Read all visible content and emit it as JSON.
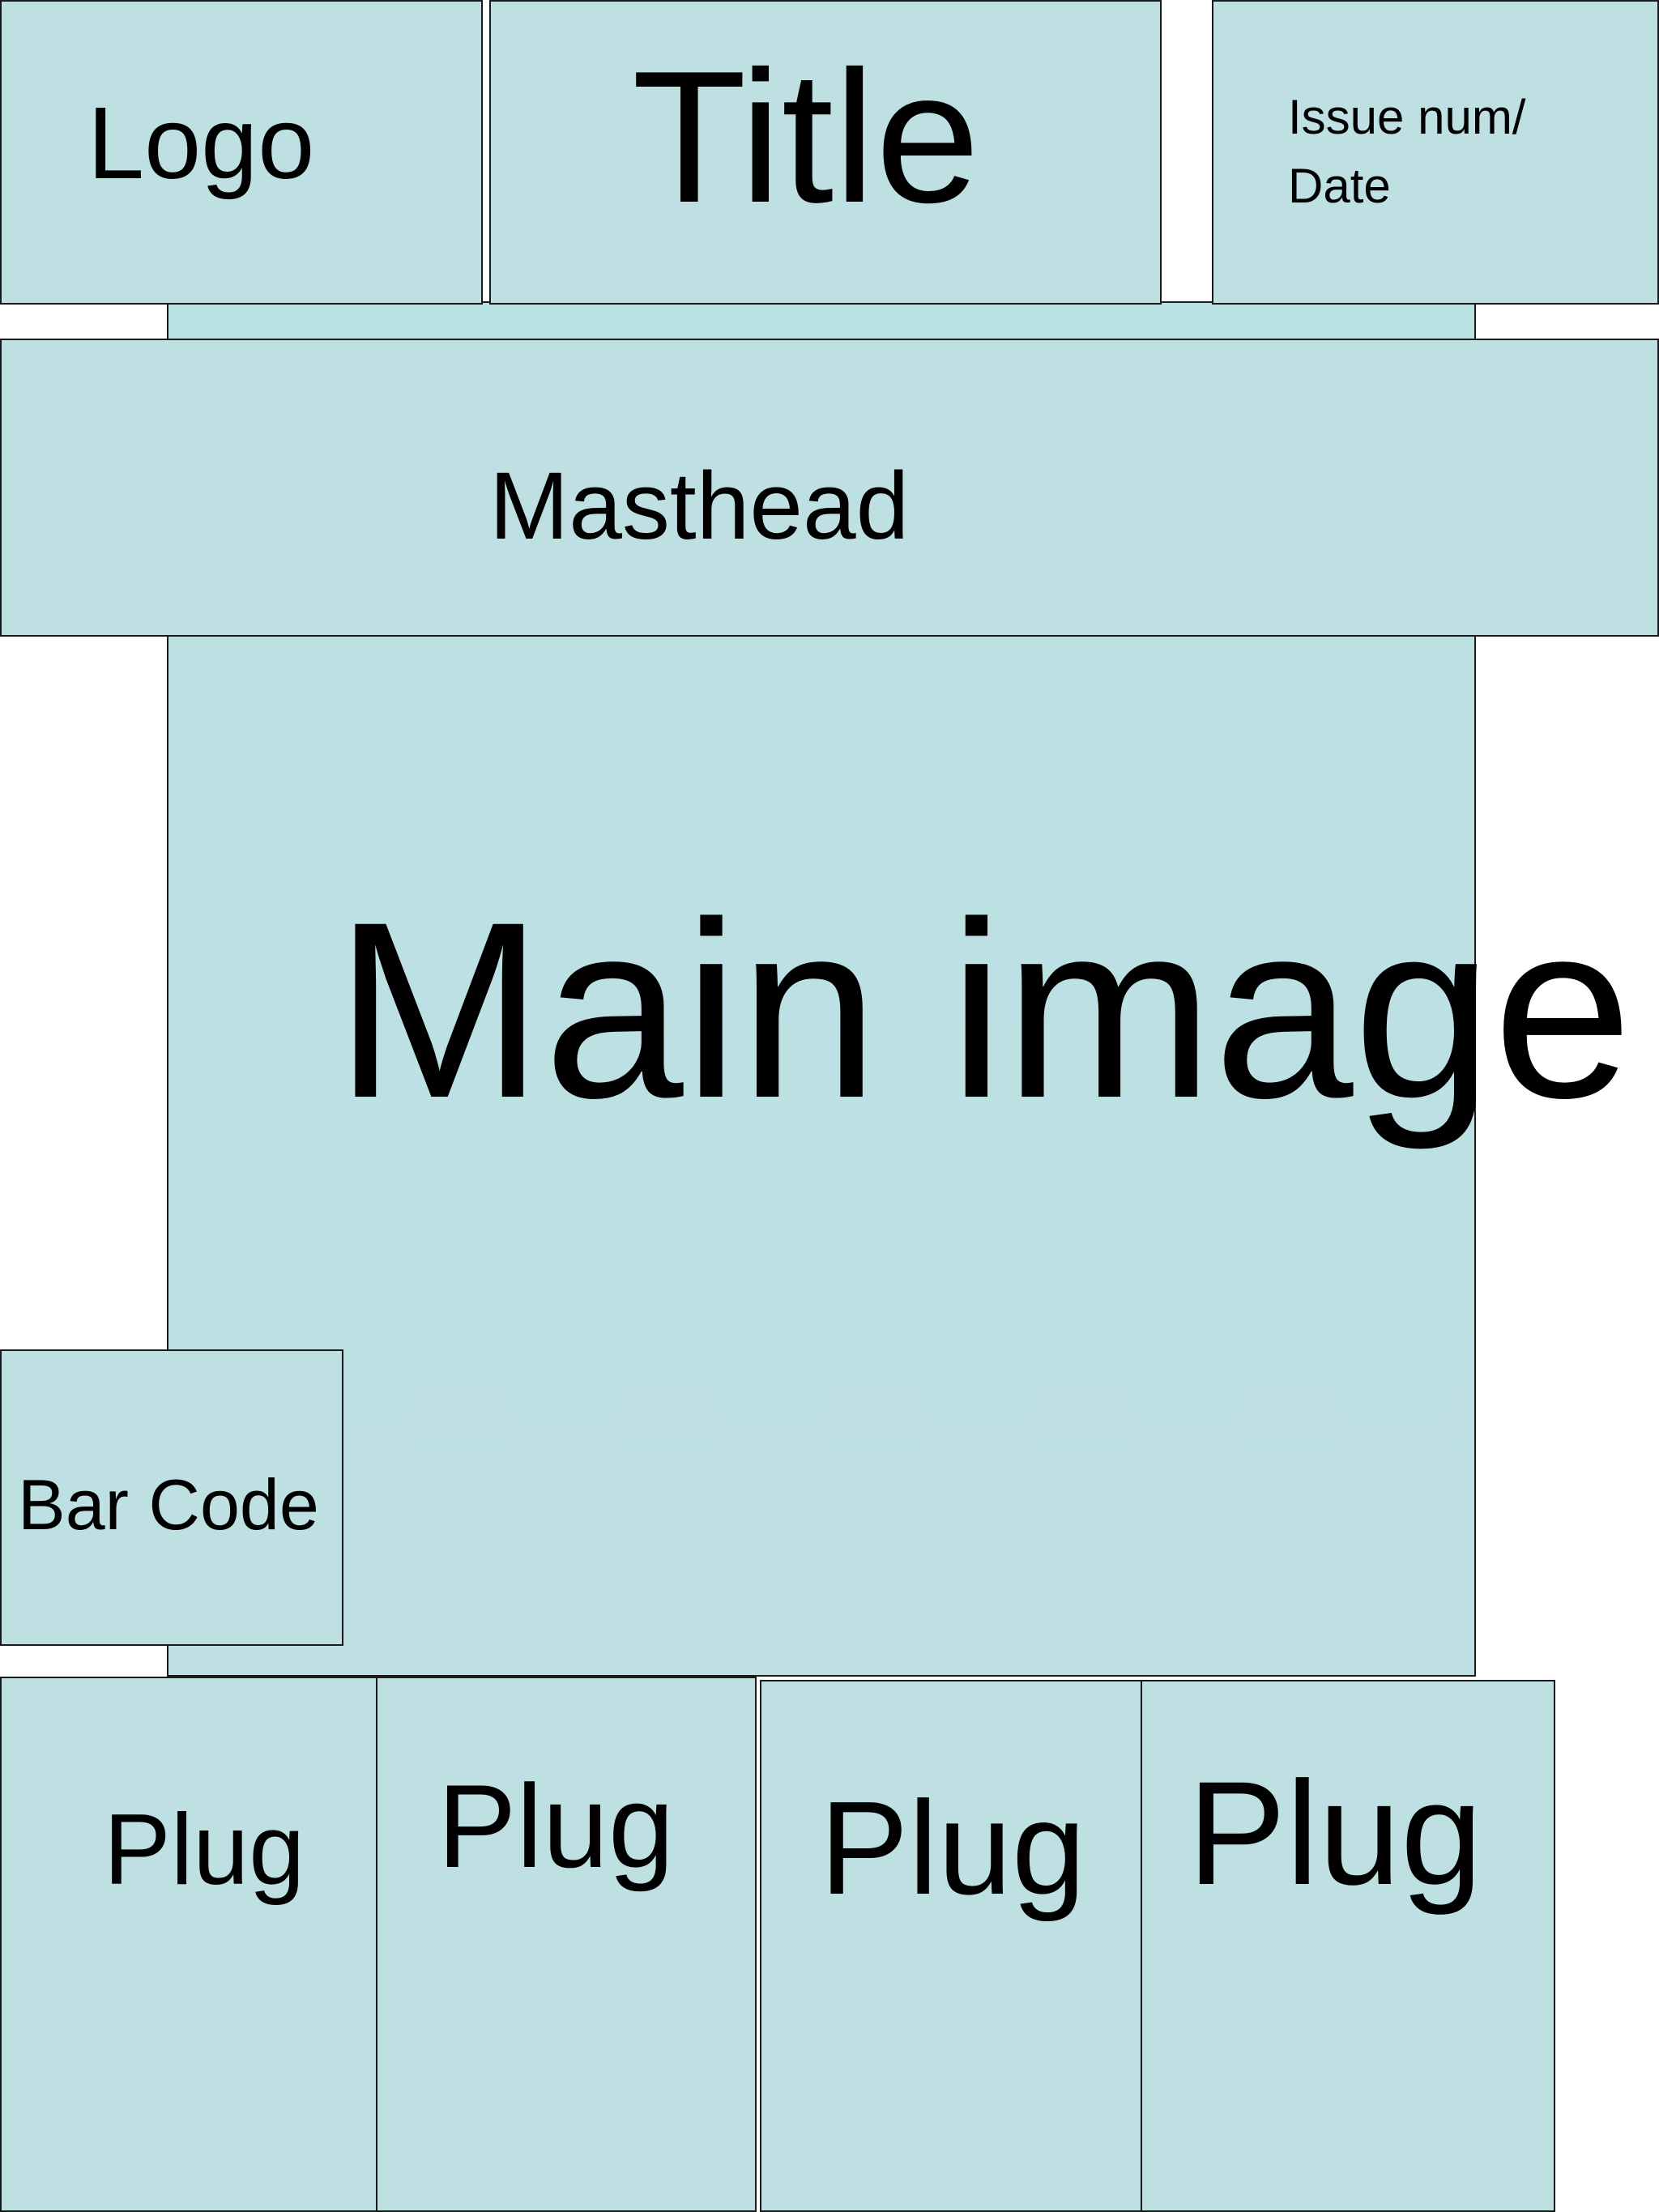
{
  "layout": {
    "logo": "Logo",
    "title": "Title",
    "issue": "Issue num/ Date",
    "masthead": "Masthead",
    "main_image": "Main image",
    "barcode": "Bar Code",
    "plugs": [
      "Plug",
      "Plug",
      "Plug",
      "Plug"
    ]
  },
  "colors": {
    "box_fill": "#bee0e3",
    "border": "#1a1a1a",
    "text": "#000000",
    "background": "#ffffff"
  }
}
